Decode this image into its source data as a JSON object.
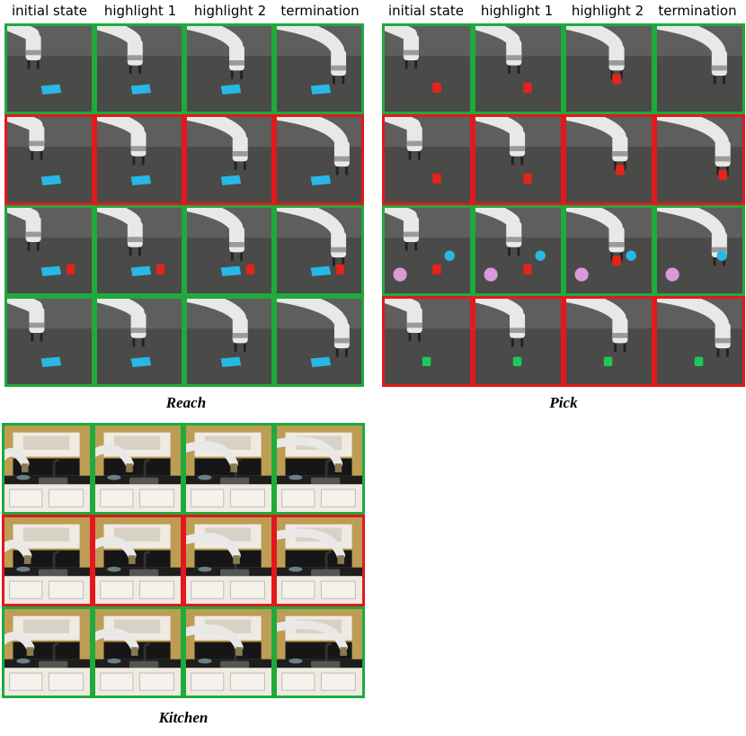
{
  "colors": {
    "success_border": "#1faa3c",
    "failure_border": "#e3181d",
    "floor": "#4a4a48",
    "robot": "#e8e8e6",
    "red_cube": "#e3241b",
    "blue_pad": "#28b8e6",
    "green_cube": "#1ec85a",
    "pink_ball": "#d99ad9",
    "wood": "#d7b15a",
    "cabinet": "#efeae2"
  },
  "column_labels": [
    "initial state",
    "highlight 1",
    "highlight 2",
    "termination"
  ],
  "panels": [
    {
      "id": "reach",
      "caption": "Reach",
      "scene": "floor",
      "rows": [
        {
          "tiles": [
            {
              "status": "success",
              "objects": [
                "blue-pad"
              ]
            },
            {
              "status": "success",
              "objects": [
                "blue-pad"
              ]
            },
            {
              "status": "success",
              "objects": [
                "blue-pad"
              ]
            },
            {
              "status": "success",
              "objects": [
                "blue-pad"
              ]
            }
          ]
        },
        {
          "tiles": [
            {
              "status": "failure",
              "objects": [
                "blue-pad"
              ]
            },
            {
              "status": "failure",
              "objects": [
                "blue-pad"
              ]
            },
            {
              "status": "failure",
              "objects": [
                "blue-pad"
              ]
            },
            {
              "status": "failure",
              "objects": [
                "blue-pad"
              ]
            }
          ]
        },
        {
          "tiles": [
            {
              "status": "success",
              "objects": [
                "blue-pad",
                "red-cube"
              ]
            },
            {
              "status": "success",
              "objects": [
                "blue-pad",
                "red-cube"
              ]
            },
            {
              "status": "success",
              "objects": [
                "blue-pad",
                "red-cube"
              ]
            },
            {
              "status": "success",
              "objects": [
                "blue-pad",
                "red-cube"
              ]
            }
          ]
        },
        {
          "tiles": [
            {
              "status": "success",
              "objects": [
                "blue-pad"
              ]
            },
            {
              "status": "success",
              "objects": [
                "blue-pad"
              ]
            },
            {
              "status": "success",
              "objects": [
                "blue-pad"
              ]
            },
            {
              "status": "success",
              "objects": [
                "blue-pad"
              ]
            }
          ]
        }
      ]
    },
    {
      "id": "pick",
      "caption": "Pick",
      "scene": "floor",
      "rows": [
        {
          "tiles": [
            {
              "status": "success",
              "objects": [
                "red-cube"
              ]
            },
            {
              "status": "success",
              "objects": [
                "red-cube"
              ]
            },
            {
              "status": "success",
              "objects": [
                "red-cube"
              ]
            },
            {
              "status": "success",
              "objects": []
            }
          ]
        },
        {
          "tiles": [
            {
              "status": "failure",
              "objects": [
                "red-cube"
              ]
            },
            {
              "status": "failure",
              "objects": [
                "red-cube"
              ]
            },
            {
              "status": "failure",
              "objects": [
                "red-cube"
              ]
            },
            {
              "status": "failure",
              "objects": [
                "red-cube"
              ]
            }
          ]
        },
        {
          "tiles": [
            {
              "status": "success",
              "objects": [
                "red-cube",
                "blue-ball",
                "pink-ball"
              ]
            },
            {
              "status": "success",
              "objects": [
                "red-cube",
                "blue-ball",
                "pink-ball"
              ]
            },
            {
              "status": "success",
              "objects": [
                "red-cube",
                "blue-ball",
                "pink-ball"
              ]
            },
            {
              "status": "success",
              "objects": [
                "blue-ball",
                "pink-ball"
              ]
            }
          ]
        },
        {
          "tiles": [
            {
              "status": "failure",
              "objects": [
                "green-cube"
              ]
            },
            {
              "status": "failure",
              "objects": [
                "green-cube"
              ]
            },
            {
              "status": "failure",
              "objects": [
                "green-cube"
              ]
            },
            {
              "status": "failure",
              "objects": [
                "green-cube"
              ]
            }
          ]
        }
      ]
    },
    {
      "id": "kitchen",
      "caption": "Kitchen",
      "scene": "kitchen",
      "rows": [
        {
          "tiles": [
            {
              "status": "success"
            },
            {
              "status": "success"
            },
            {
              "status": "success"
            },
            {
              "status": "success"
            }
          ]
        },
        {
          "tiles": [
            {
              "status": "failure"
            },
            {
              "status": "failure"
            },
            {
              "status": "failure"
            },
            {
              "status": "failure"
            }
          ]
        },
        {
          "tiles": [
            {
              "status": "success"
            },
            {
              "status": "success"
            },
            {
              "status": "success"
            },
            {
              "status": "success"
            }
          ]
        }
      ]
    }
  ]
}
